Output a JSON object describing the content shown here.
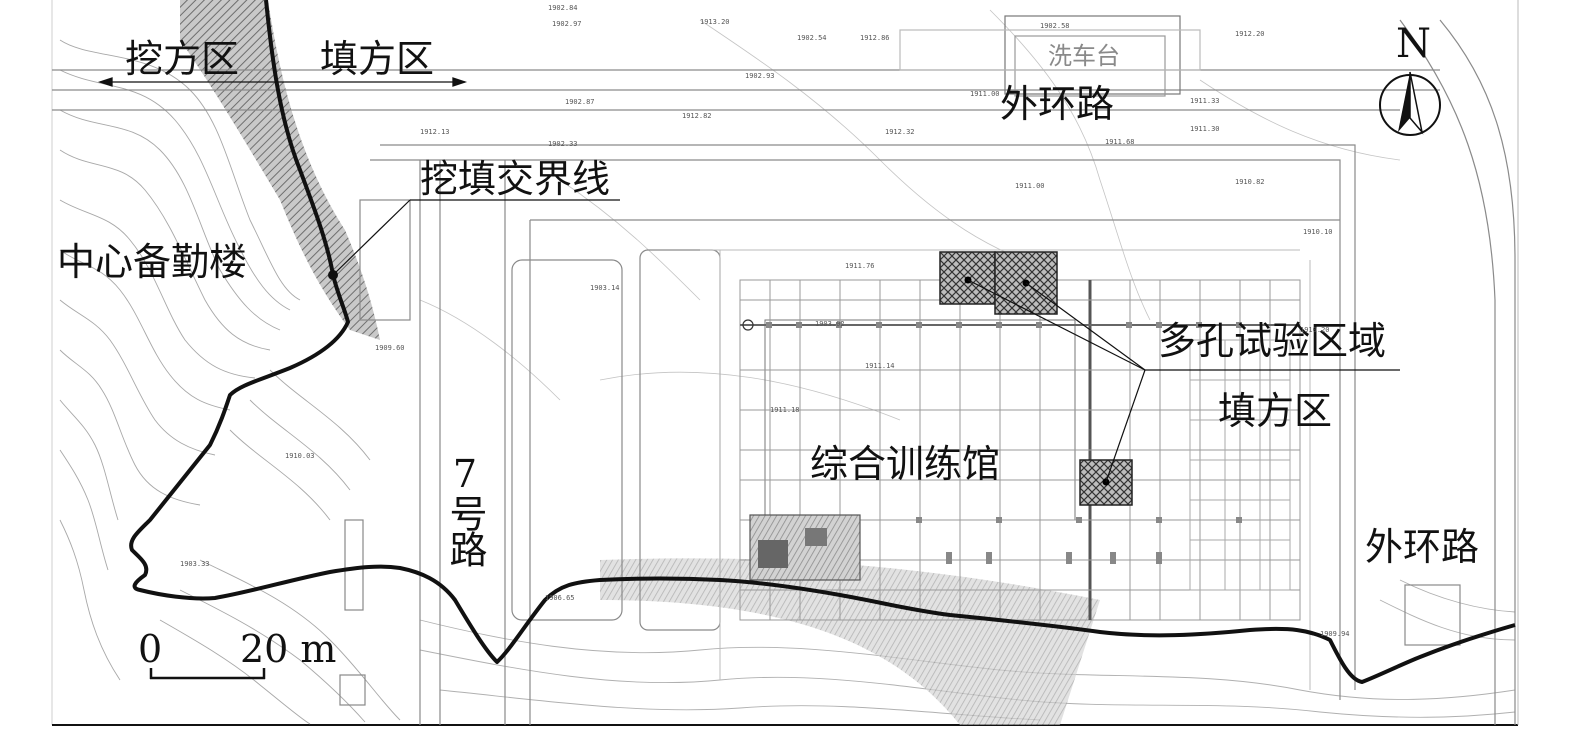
{
  "labels": {
    "cut_zone": "挖方区",
    "fill_zone_top": "填方区",
    "boundary_line": "挖填交界线",
    "center_building": "中心备勤楼",
    "car_wash": "洗车台",
    "outer_road_top": "外环路",
    "multi_hole_area": "多孔试验区域",
    "fill_zone_right": "填方区",
    "training_hall": "综合训练馆",
    "road7": "7号路",
    "outer_road_right": "外环路",
    "north": "N",
    "scale_zero": "0",
    "scale_twenty": "20 m"
  },
  "elevations": {
    "e1": "1902.84",
    "e2": "1902.97",
    "e3": "1913.20",
    "e4": "1902.54",
    "e5": "1912.86",
    "e6": "1902.58",
    "e7": "1912.20",
    "e8": "1902.93",
    "e9": "1911.00",
    "e10": "1902.87",
    "e11": "1911.33",
    "e12": "1912.82",
    "e13": "1912.13",
    "e14": "1902.33",
    "e15": "1911.30",
    "e16": "1911.68",
    "e17": "1912.32",
    "e18": "1911.00",
    "e19": "1910.82",
    "e20": "1903.14",
    "e21": "1911.76",
    "e22": "1903.02",
    "e23": "1911.14",
    "e24": "1911.18",
    "e25": "1910.10",
    "e26": "1910.20",
    "e27": "1910.03",
    "e28": "1906.65",
    "e29": "1903.33",
    "e30": "1909.60",
    "e31": "1909.94"
  },
  "colors": {
    "line": "#111111",
    "hatch": "#777777",
    "grid": "#9a9a9a"
  }
}
